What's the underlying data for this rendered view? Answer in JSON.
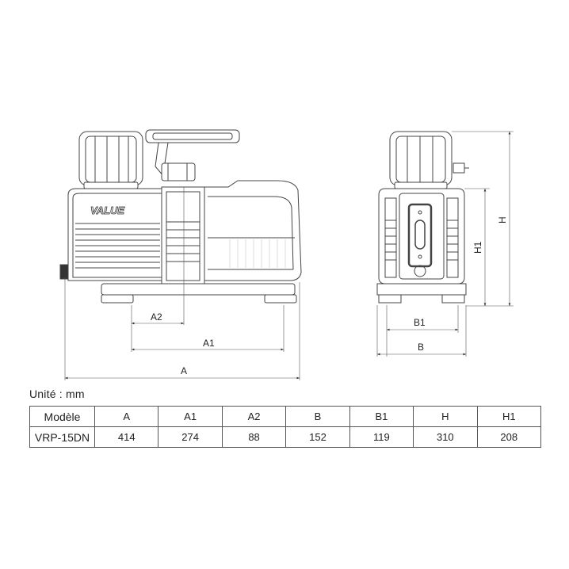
{
  "brand_logo": "VALUE",
  "dimension_labels": {
    "A": "A",
    "A1": "A1",
    "A2": "A2",
    "B": "B",
    "B1": "B1",
    "H": "H",
    "H1": "H1"
  },
  "unit_label": "Unité : mm",
  "table": {
    "header": [
      "Modèle",
      "A",
      "A1",
      "A2",
      "B",
      "B1",
      "H",
      "H1"
    ],
    "rows": [
      [
        "VRP-15DN",
        "414",
        "274",
        "88",
        "152",
        "119",
        "310",
        "208"
      ]
    ]
  }
}
